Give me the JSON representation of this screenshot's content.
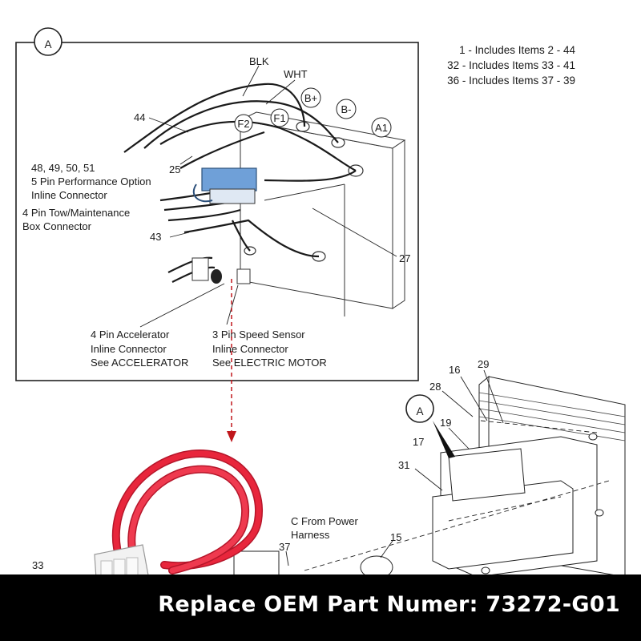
{
  "notes": [
    "1 - Includes Items 2 - 44",
    "32 - Includes Items 33 - 41",
    "36 - Includes Items 37 - 39"
  ],
  "detail": {
    "marker": "A",
    "wire_labels": [
      "BLK",
      "WHT"
    ],
    "terminals": [
      "F2",
      "F1",
      "B+",
      "B-",
      "A1"
    ],
    "callouts": {
      "item_44": "44",
      "item_25": "25",
      "item_43": "43",
      "item_27": "27",
      "perf_items": "48, 49, 50, 51",
      "perf_line1": "5 Pin Performance Option",
      "perf_line2": "Inline Connector",
      "tow_line1": "4 Pin Tow/Maintenance",
      "tow_line2": "Box Connector",
      "accel_line1": "4 Pin Accelerator",
      "accel_line2": "Inline Connector",
      "accel_line3": "See ACCELERATOR",
      "speed_line1": "3 Pin Speed Sensor",
      "speed_line2": "Inline Connector",
      "speed_line3": "See ELECTRIC MOTOR"
    }
  },
  "assembly": {
    "marker": "A",
    "items": {
      "i16": "16",
      "i29": "29",
      "i28": "28",
      "i19": "19",
      "i17": "17",
      "i31": "31",
      "i15": "15",
      "i37": "37",
      "i33": "33"
    },
    "power_line1": "C From Power",
    "power_line2": "Harness"
  },
  "colors": {
    "wire_red": "#e8263c",
    "connector": "#f2f2f2",
    "pointer": "#c0161b",
    "banner_bg": "#000000",
    "banner_text": "#ffffff"
  },
  "banner": {
    "text": "Replace OEM Part Numer:  73272-G01"
  }
}
